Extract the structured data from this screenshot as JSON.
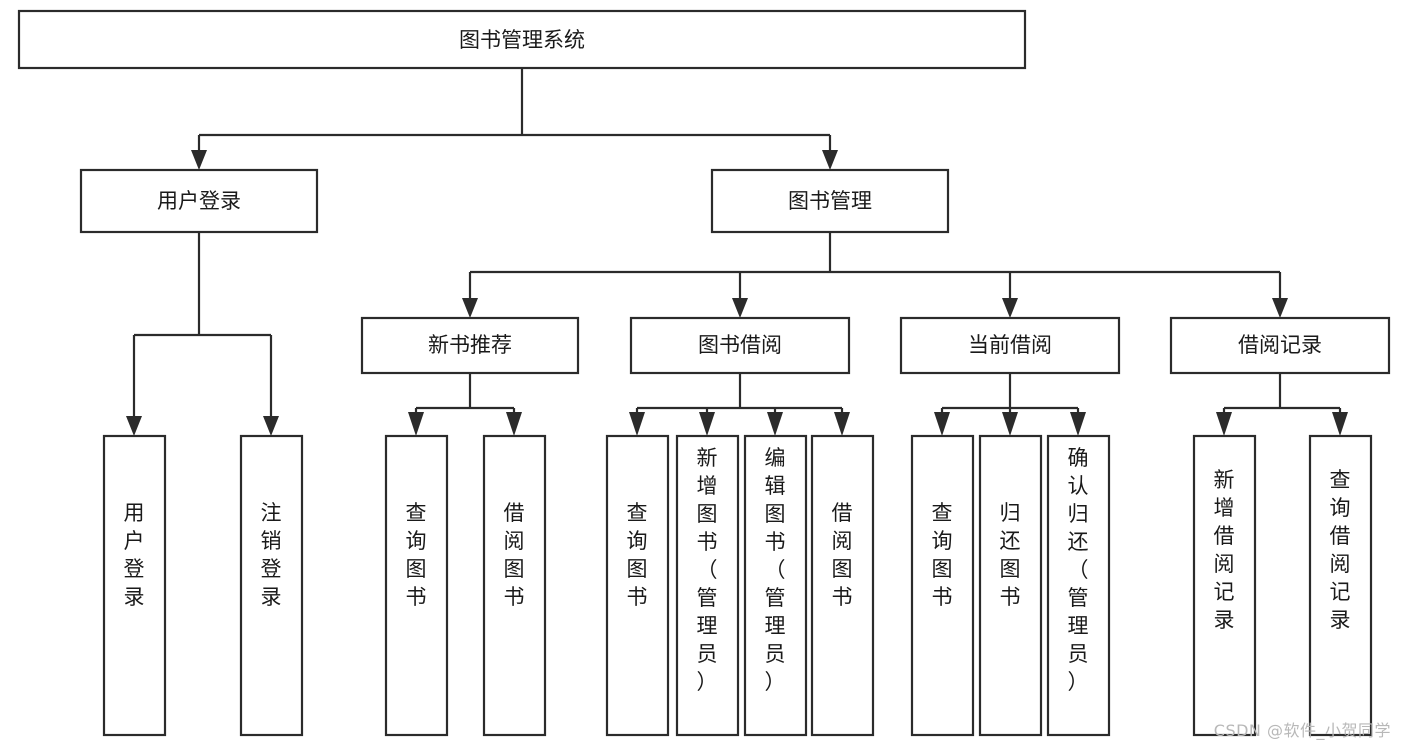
{
  "diagram": {
    "title": "图书管理系统",
    "type": "tree",
    "watermark": "CSDN @软件_小贺同学",
    "colors": {
      "stroke": "#2b2b2b",
      "fill": "#ffffff",
      "text": "#1a1a1a",
      "watermark": "#b8b8b8",
      "background": "#ffffff"
    },
    "levels": [
      {
        "level": 1,
        "nodes": [
          {
            "id": "root",
            "label": "图书管理系统",
            "orientation": "horizontal"
          }
        ]
      },
      {
        "level": 2,
        "nodes": [
          {
            "id": "login",
            "label": "用户登录",
            "orientation": "horizontal",
            "parent": "root"
          },
          {
            "id": "bookmgmt",
            "label": "图书管理",
            "orientation": "horizontal",
            "parent": "root"
          }
        ]
      },
      {
        "level": 3,
        "nodes": [
          {
            "id": "newbook",
            "label": "新书推荐",
            "orientation": "horizontal",
            "parent": "bookmgmt"
          },
          {
            "id": "borrow",
            "label": "图书借阅",
            "orientation": "horizontal",
            "parent": "bookmgmt"
          },
          {
            "id": "current",
            "label": "当前借阅",
            "orientation": "horizontal",
            "parent": "bookmgmt"
          },
          {
            "id": "record",
            "label": "借阅记录",
            "orientation": "horizontal",
            "parent": "bookmgmt"
          }
        ]
      },
      {
        "level": 4,
        "nodes": [
          {
            "id": "leaf1",
            "label": "用户登录",
            "orientation": "vertical",
            "parent": "login"
          },
          {
            "id": "leaf2",
            "label": "注销登录",
            "orientation": "vertical",
            "parent": "login"
          },
          {
            "id": "leaf3",
            "label": "查询图书",
            "orientation": "vertical",
            "parent": "newbook"
          },
          {
            "id": "leaf4",
            "label": "借阅图书",
            "orientation": "vertical",
            "parent": "newbook"
          },
          {
            "id": "leaf5",
            "label": "查询图书",
            "orientation": "vertical",
            "parent": "borrow"
          },
          {
            "id": "leaf6",
            "label": "新增图书（管理员）",
            "orientation": "vertical",
            "parent": "borrow"
          },
          {
            "id": "leaf7",
            "label": "编辑图书（管理员）",
            "orientation": "vertical",
            "parent": "borrow"
          },
          {
            "id": "leaf8",
            "label": "借阅图书",
            "orientation": "vertical",
            "parent": "borrow"
          },
          {
            "id": "leaf9",
            "label": "查询图书",
            "orientation": "vertical",
            "parent": "current"
          },
          {
            "id": "leaf10",
            "label": "归还图书",
            "orientation": "vertical",
            "parent": "current"
          },
          {
            "id": "leaf11",
            "label": "确认归还（管理员）",
            "orientation": "vertical",
            "parent": "current"
          },
          {
            "id": "leaf12",
            "label": "新增借阅记录",
            "orientation": "vertical",
            "parent": "record"
          },
          {
            "id": "leaf13",
            "label": "查询借阅记录",
            "orientation": "vertical",
            "parent": "record"
          }
        ]
      }
    ]
  }
}
